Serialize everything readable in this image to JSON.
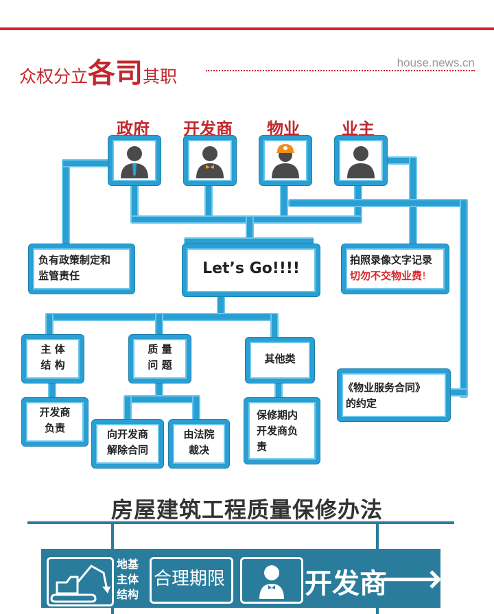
{
  "header": {
    "title_pre": "众权分立",
    "title_big": "各司",
    "title_post": "其职",
    "site": "house.news.cn"
  },
  "roles": [
    {
      "label": "政府",
      "icon": "official-person-icon"
    },
    {
      "label": "开发商",
      "icon": "developer-person-icon"
    },
    {
      "label": "物业",
      "icon": "worker-helmet-icon"
    },
    {
      "label": "业主",
      "icon": "owner-person-icon"
    }
  ],
  "boxes": {
    "gov_duty": [
      "负有政策制定和",
      "监管责任"
    ],
    "center": "Let’s Go!!!!",
    "owner_note_line1": "拍照录像文字记录",
    "owner_note_line2": "切勿不交物业费",
    "owner_note_mark": "!",
    "contract": [
      "《物业服务合同》",
      "的约定"
    ],
    "main_structure": [
      "主 体",
      "结 构"
    ],
    "quality": [
      "质 量",
      "问 题"
    ],
    "other": "其他类",
    "developer_liable": [
      "开发商",
      "负责"
    ],
    "rescind": [
      "向开发商",
      "解除合同"
    ],
    "court": [
      "由法院",
      "裁决"
    ],
    "warranty": [
      "保修期内",
      "开发商负",
      "责"
    ]
  },
  "banner": {
    "title": "房屋建筑工程质量保修办法",
    "side_label": [
      "地基",
      "主体",
      "结构"
    ],
    "period": "合理期限",
    "party": "开发商",
    "arrow": "⟶"
  },
  "colors": {
    "accent": "#c1282d",
    "pipe": "#2a9fd3",
    "banner": "#2a7c9c"
  }
}
